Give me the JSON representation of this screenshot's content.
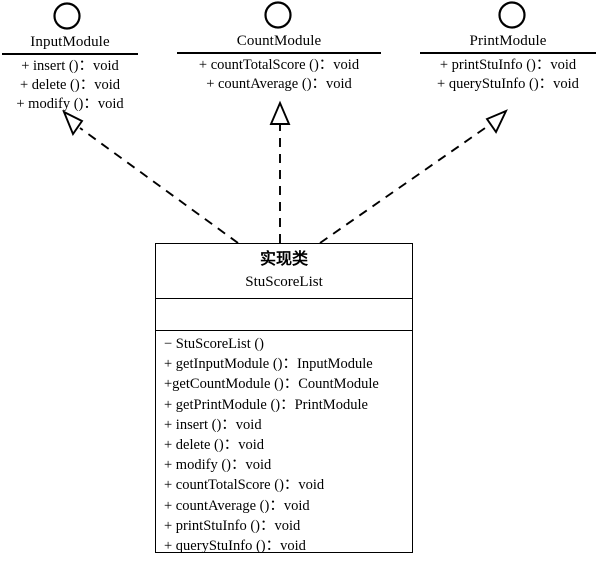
{
  "diagram": {
    "title": "StuScoreList UML Class Diagram",
    "type": "uml-class-diagram",
    "stroke_color": "#000000",
    "background_color": "#ffffff"
  },
  "interfaces": [
    {
      "name": "InputModule",
      "icon": "lollipop-circle",
      "operations": [
        "+ insert ()：void",
        "+ delete ()：void",
        "+ modify ()：void"
      ]
    },
    {
      "name": "CountModule",
      "icon": "lollipop-circle",
      "operations": [
        "+ countTotalScore ()：void",
        "+ countAverage ()：void"
      ]
    },
    {
      "name": "PrintModule",
      "icon": "lollipop-circle",
      "operations": [
        "+ printStuInfo ()：void",
        "+ queryStuInfo ()：void"
      ]
    }
  ],
  "implementation_class": {
    "stereotype": "实现类",
    "name": "StuScoreList",
    "attributes": [],
    "operations": [
      "− StuScoreList ()",
      "+ getInputModule ()：InputModule",
      "+getCountModule ()：CountModule",
      "+ getPrintModule ()：PrintModule",
      "+ insert ()：void",
      "+ delete ()：void",
      "+ modify ()：void",
      "+ countTotalScore ()：void",
      "+ countAverage ()：void",
      "+ printStuInfo ()：void",
      "+ queryStuInfo ()：void"
    ]
  },
  "relationships": [
    {
      "kind": "realization",
      "line_style": "dashed",
      "arrowhead": "hollow-triangle",
      "from": "StuScoreList",
      "to": "InputModule"
    },
    {
      "kind": "realization",
      "line_style": "dashed",
      "arrowhead": "hollow-triangle",
      "from": "StuScoreList",
      "to": "CountModule"
    },
    {
      "kind": "realization",
      "line_style": "dashed",
      "arrowhead": "hollow-triangle",
      "from": "StuScoreList",
      "to": "PrintModule"
    }
  ]
}
